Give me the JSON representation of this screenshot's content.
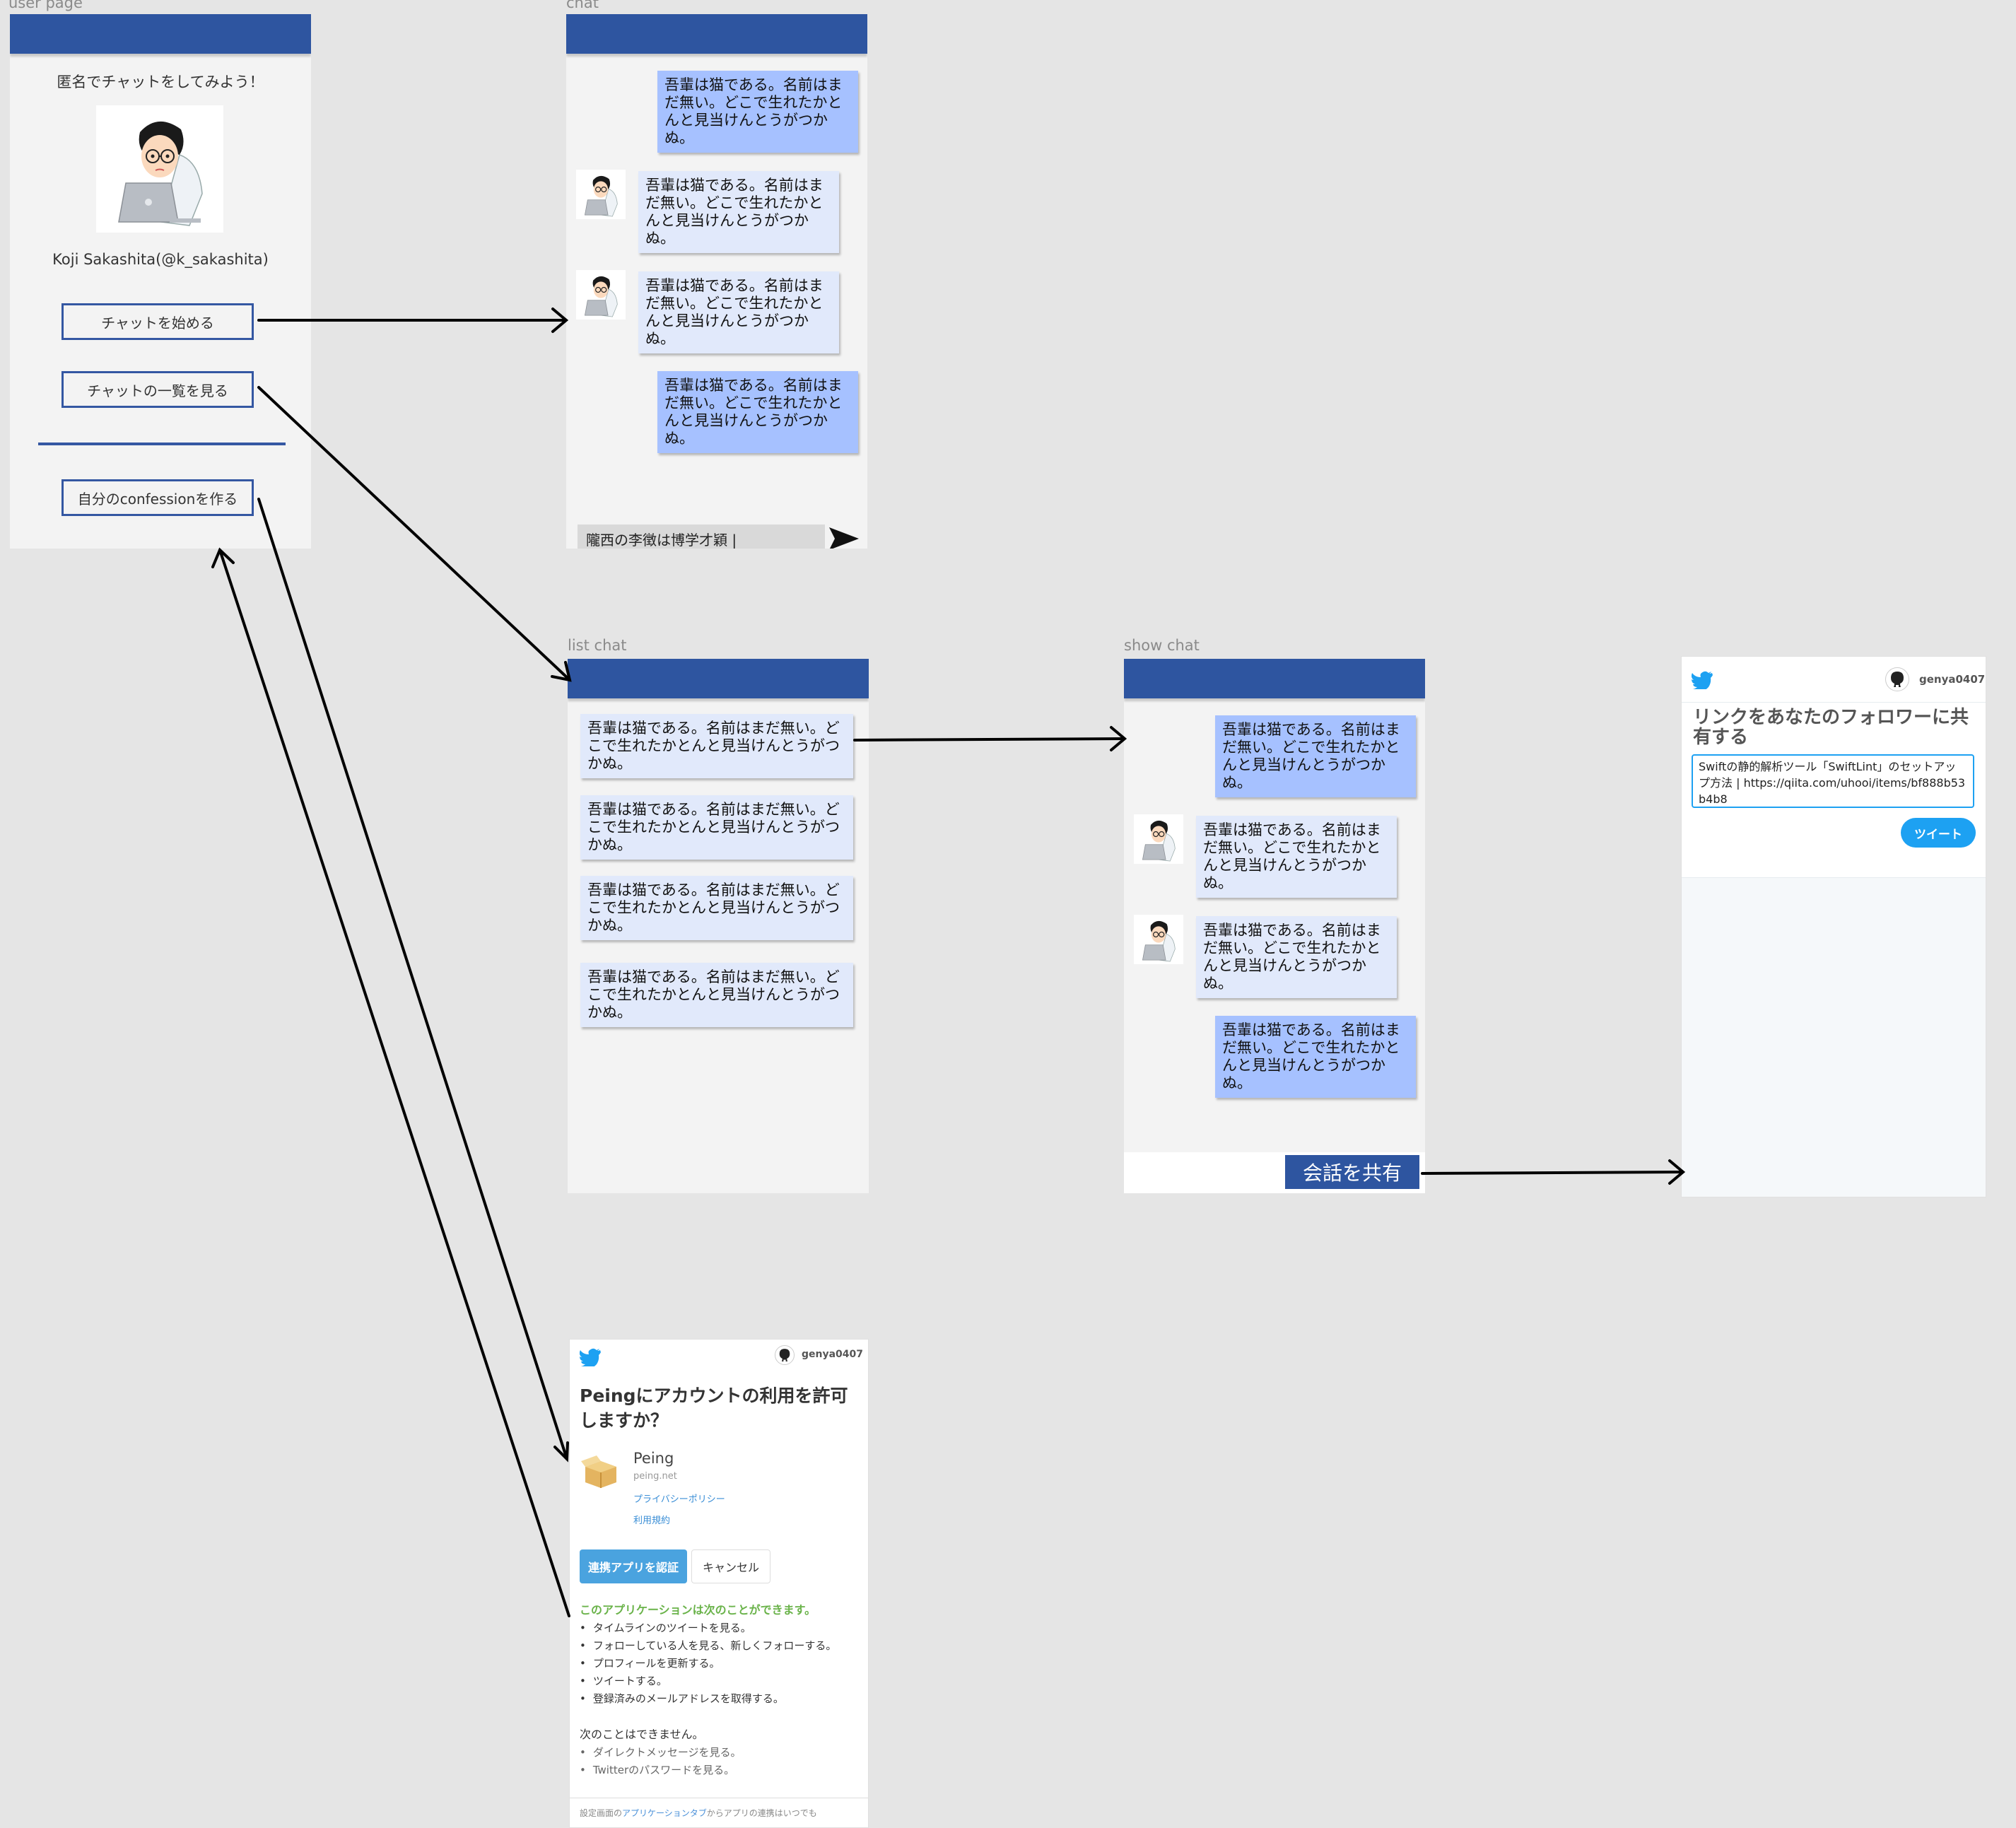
{
  "labels": {
    "user_page": "user page",
    "chat": "chat",
    "list_chat": "list chat",
    "show_chat": "show chat"
  },
  "user_page": {
    "heading": "匿名でチャットをしてみよう！",
    "name": "Koji Sakashita(@k_sakashita)",
    "start_chat": "チャットを始める",
    "view_chats": "チャットの一覧を見る",
    "make_confession": "自分のconfessionを作る"
  },
  "chat": {
    "message": "吾輩は猫である。名前はまだ無い。どこで生れたかとんと見当けんとうがつかぬ。",
    "input_value": "隴西の李徴は博学才穎 |"
  },
  "list_chat": {
    "items": [
      "吾輩は猫である。名前はまだ無い。どこで生れたかとんと見当けんとうがつかぬ。",
      "吾輩は猫である。名前はまだ無い。どこで生れたかとんと見当けんとうがつかぬ。",
      "吾輩は猫である。名前はまだ無い。どこで生れたかとんと見当けんとうがつかぬ。",
      "吾輩は猫である。名前はまだ無い。どこで生れたかとんと見当けんとうがつかぬ。"
    ]
  },
  "show_chat": {
    "share_button": "会話を共有"
  },
  "tweet": {
    "username": "genya0407",
    "title": "リンクをあなたのフォロワーに共有する",
    "text": "Swiftの静的解析ツール「SwiftLint」のセットアップ方法 | https://qiita.com/uhooi/items/bf888b53b4b8",
    "button": "ツイート"
  },
  "oauth": {
    "username": "genya0407",
    "title": "Peingにアカウントの利用を許可しますか？",
    "app_name": "Peing",
    "app_domain": "peing.net",
    "privacy": "プライバシーポリシー",
    "terms": "利用規約",
    "authorize": "連携アプリを認証",
    "cancel": "キャンセル",
    "can_heading": "このアプリケーションは次のことができます。",
    "can_items": [
      "タイムラインのツイートを見る。",
      "フォローしている人を見る、新しくフォローする。",
      "プロフィールを更新する。",
      "ツイートする。",
      "登録済みのメールアドレスを取得する。"
    ],
    "cannot_heading": "次のことはできません。",
    "cannot_items": [
      "ダイレクトメッセージを見る。",
      "Twitterのパスワードを見る。"
    ],
    "footer_prefix": "設定画面の",
    "footer_link": "アプリケーションタブ",
    "footer_suffix": "からアプリの連携はいつでも"
  },
  "colors": {
    "topbar": "#2e55a0",
    "my_bubble": "#a6c1ff",
    "other_bubble": "#e1e9fb",
    "twitter_blue": "#1da1f2"
  },
  "icons": [
    "avatar-illustration",
    "send-icon",
    "twitter-bird-icon",
    "github-avatar",
    "box-icon"
  ]
}
